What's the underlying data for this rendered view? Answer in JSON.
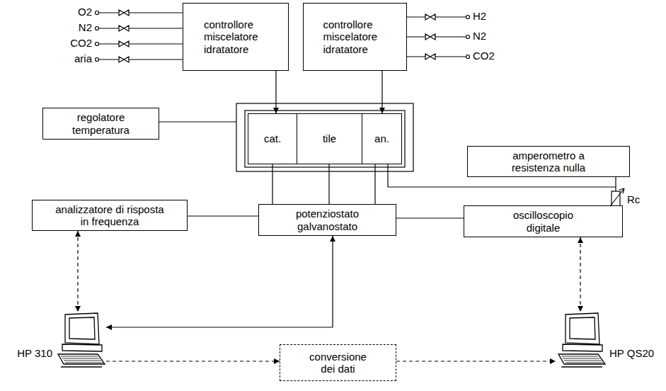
{
  "diagram": {
    "nodes": [
      {
        "text": [
          "controllore miscelatore idratatore"
        ]
      },
      {
        "text": [
          "controllore miscelatore idratatore"
        ]
      },
      {
        "text": [
          "regolatore temperatura"
        ]
      },
      {
        "text": [
          "cat."
        ]
      },
      {
        "text": [
          "tile"
        ]
      },
      {
        "text": [
          "an."
        ]
      },
      {
        "text": [
          "amperometro a resistenza nulla"
        ]
      },
      {
        "text": [
          "analizzatore di risposta in frequenza"
        ]
      },
      {
        "text": [
          "potenziostato galvanostato"
        ]
      },
      {
        "text": [
          "oscilloscopio digitale"
        ]
      },
      {
        "text": [
          "HP 310"
        ]
      },
      {
        "text": [
          "conversione dei dati"
        ]
      },
      {
        "text": [
          "HP QS20"
        ]
      }
    ],
    "edges": [
      {
        "from": 0,
        "to": 3,
        "arrow": "to"
      },
      {
        "from": 1,
        "to": 5,
        "arrow": "to"
      },
      {
        "from": 3,
        "to": 8,
        "arrow": "none"
      },
      {
        "from": 4,
        "to": 8,
        "arrow": "none"
      },
      {
        "from": 5,
        "to": 8,
        "arrow": "none"
      },
      {
        "from": 6,
        "to": 5,
        "arrow": "none"
      },
      {
        "from": 7,
        "to": 8,
        "arrow": "none"
      },
      {
        "from": 8,
        "to": 9,
        "arrow": "none"
      },
      {
        "from": 7,
        "to": 10,
        "arrow": "both"
      },
      {
        "from": 10,
        "to": 8,
        "arrow": "both"
      },
      {
        "from": 9,
        "to": 12,
        "arrow": "both"
      },
      {
        "from": 10,
        "to": 11,
        "arrow": "to"
      },
      {
        "from": 11,
        "to": 12,
        "arrow": "to"
      }
    ],
    "labels": [
      "O2",
      "N2",
      "CO2",
      "aria",
      "H2",
      "N2",
      "CO2",
      "Rc"
    ]
  }
}
